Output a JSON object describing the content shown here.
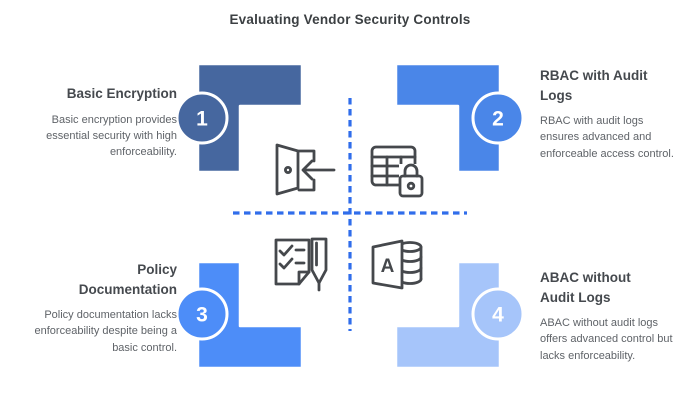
{
  "title": "Evaluating Vendor Security Controls",
  "colors": {
    "background": "#ffffff",
    "title_text": "#3C4043",
    "heading_text": "#45494E",
    "body_text": "#5F6368",
    "dashed_line": "#306DEB",
    "icon_stroke": "#45484C",
    "shape_outline": "#ffffff",
    "circle_number_text": "#ffffff"
  },
  "quadrants": [
    {
      "number": "1",
      "heading": "Basic Encryption",
      "description": "Basic encryption provides essential security with high enforceability.",
      "color": "#46679F",
      "icon": "door-entry-icon"
    },
    {
      "number": "2",
      "heading": "RBAC with Audit Logs",
      "description": "RBAC with audit logs ensures advanced and enforceable access control.",
      "color": "#4A86E8",
      "icon": "table-lock-icon"
    },
    {
      "number": "3",
      "heading": "Policy Documentation",
      "description": "Policy documentation lacks enforceability despite being a basic control.",
      "color": "#4D8DF8",
      "icon": "checklist-pen-icon"
    },
    {
      "number": "4",
      "heading": "ABAC without Audit Logs",
      "description": "ABAC without audit logs offers advanced control but lacks enforceability.",
      "color": "#A6C5FA",
      "icon": "access-database-icon",
      "icon_letter": "A"
    }
  ]
}
